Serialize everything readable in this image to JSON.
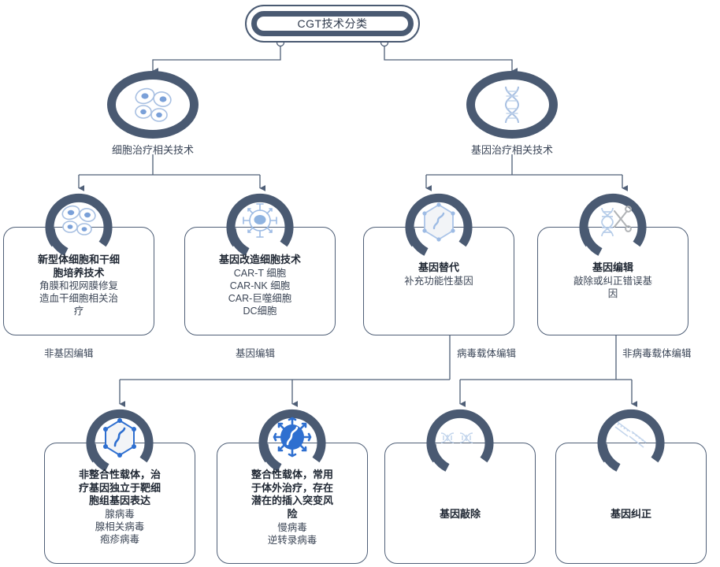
{
  "diagram": {
    "title": "CGT技术分类",
    "root": {
      "label": "CGT技术分类"
    },
    "level1": [
      {
        "id": "cell",
        "label": "细胞治疗相关技术",
        "icon": "cell-cluster-icon"
      },
      {
        "id": "gene",
        "label": "基因治疗相关技术",
        "icon": "dna-helix-icon"
      }
    ],
    "level2": [
      {
        "id": "somatic-stem-cell-culture",
        "icon": "cell-cluster-icon",
        "title": "新型体细胞和干细\n胞培养技术",
        "title_lines": [
          "新型体细胞和干细",
          "胞培养技术"
        ],
        "lines": [
          "角膜和视网膜修复",
          "造血干细胞相关治",
          "疗"
        ],
        "edge_label": "非基因编辑"
      },
      {
        "id": "engineered-cell-tech",
        "icon": "virus-cell-spikes-icon",
        "title": "基因改造细胞技术",
        "title_lines": [
          "基因改造细胞技术"
        ],
        "lines": [
          "CAR-T 细胞",
          "CAR-NK 细胞",
          "CAR-巨噬细胞",
          "DC细胞"
        ],
        "edge_label": "基因编辑"
      },
      {
        "id": "gene-replacement",
        "icon": "hexagon-vector-icon",
        "title": "基因替代",
        "title_lines": [
          "基因替代"
        ],
        "lines": [
          "补充功能性基因"
        ],
        "edge_label": "病毒载体编辑"
      },
      {
        "id": "gene-editing",
        "icon": "dna-scissors-icon",
        "title": "基因编辑",
        "title_lines": [
          "基因编辑"
        ],
        "lines": [
          "敲除或纠正错误基",
          "因"
        ],
        "edge_label": "非病毒载体编辑"
      }
    ],
    "level3": [
      {
        "id": "non-integrating-vector",
        "icon": "hexagon-vector-blue-icon",
        "title_lines": [
          "非整合性载体，治",
          "疗基因独立于靶细",
          "胞组基因表达"
        ],
        "lines": [
          "腺病毒",
          "腺相关病毒",
          "疱疹病毒"
        ]
      },
      {
        "id": "integrating-vector",
        "icon": "virus-solid-blue-icon",
        "title_lines": [
          "整合性载体，常用",
          "于体外治疗，存在",
          "潜在的插入突变风",
          "险"
        ],
        "lines": [
          "慢病毒",
          "逆转录病毒"
        ]
      },
      {
        "id": "gene-knockout",
        "icon": "dna-strands-icon",
        "title_lines": [
          "基因敲除"
        ],
        "lines": []
      },
      {
        "id": "gene-correction",
        "icon": "dna-ladder-icon",
        "title_lines": [
          "基因纠正"
        ],
        "lines": []
      }
    ],
    "colors": {
      "primary": "#4a5a72",
      "line": "#4f5f77",
      "icon_blue": "#2e6fd0",
      "icon_light": "#b9cbe8",
      "text": "#2b3648"
    }
  }
}
